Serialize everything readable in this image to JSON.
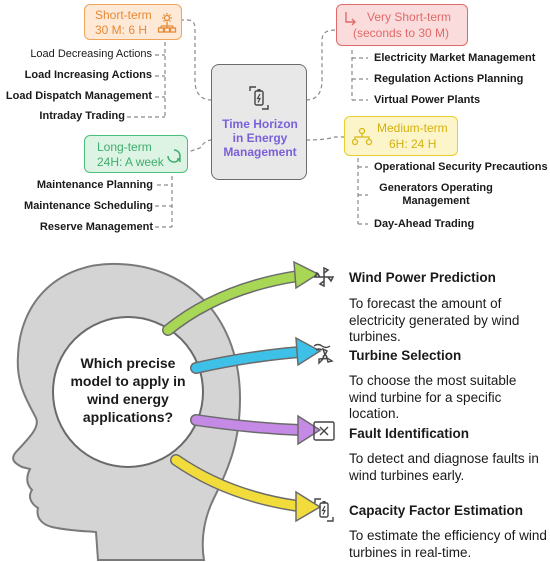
{
  "top_diagram": {
    "center": {
      "title": "Time Horizon in Energy Management",
      "icon": "battery-charging-icon"
    },
    "short_term": {
      "title": "Short-term",
      "subtitle": "30 M: 6 H",
      "icon": "control-hierarchy-icon",
      "color": "#f0a35a",
      "fill": "#fde9d6",
      "items": [
        "Load Decreasing Actions",
        "Load Increasing Actions",
        "Load Dispatch Management",
        "Intraday Trading"
      ]
    },
    "very_short_term": {
      "title": "Very Short-term",
      "subtitle": "(seconds to 30 M)",
      "icon": "arrow-down-icon",
      "color": "#e06a6a",
      "fill": "#fbdcdc",
      "items": [
        "Electricity Market Management",
        "Regulation Actions Planning",
        "Virtual Power Plants"
      ]
    },
    "long_term": {
      "title": "Long-term",
      "subtitle": "24H: A week",
      "icon": "refresh-arrow-icon",
      "color": "#4cbf7e",
      "fill": "#ddf3e4",
      "items": [
        "Maintenance Planning",
        "Maintenance Scheduling",
        "Reserve Management"
      ]
    },
    "medium_term": {
      "title": "Medium-term",
      "subtitle": "6H: 24 H",
      "icon": "network-icon",
      "color": "#e8cf2c",
      "fill": "#fbf5c9",
      "items": [
        "Operational Security Precautions",
        "Generators Operating Management",
        "Day-Ahead Trading"
      ]
    }
  },
  "bottom_diagram": {
    "question": "Which precise model to apply in wind energy applications?",
    "options": [
      {
        "title": "Wind Power Prediction",
        "description": "To forecast the amount of electricity generated by wind turbines.",
        "icon": "pinwheel-icon",
        "arrow_color": "#a8d655"
      },
      {
        "title": "Turbine Selection",
        "description": "To choose the most suitable wind turbine for a specific location.",
        "icon": "wind-turbine-icon",
        "arrow_color": "#3ec1e8"
      },
      {
        "title": "Fault Identification",
        "description": "To detect and diagnose faults in wind turbines early.",
        "icon": "close-box-icon",
        "arrow_color": "#c58ae6"
      },
      {
        "title": "Capacity Factor Estimation",
        "description": "To estimate the efficiency of wind turbines in real-time.",
        "icon": "battery-charging-icon",
        "arrow_color": "#f2dc3c"
      }
    ]
  }
}
